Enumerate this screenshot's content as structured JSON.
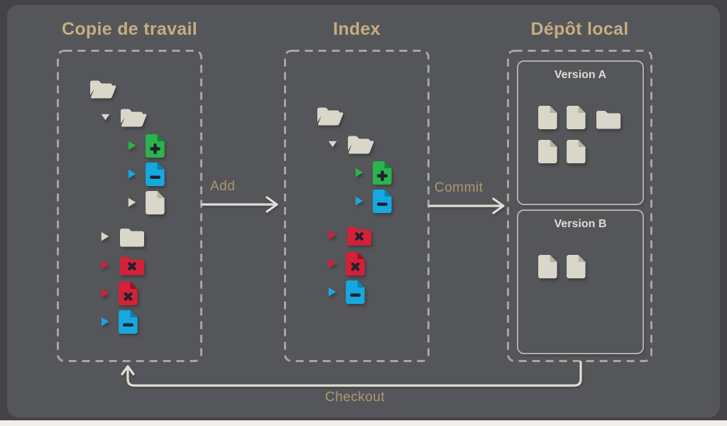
{
  "diagram_subject": "Git workflow: working copy, index and local repository",
  "colors": {
    "outer_bg": "#444447",
    "panel_bg": "#555659",
    "page_strip": "#f1efe8",
    "dashed": "#a5a5a3",
    "title": "#c6ad81",
    "label": "#aa9970",
    "arrow": "#e0ded6",
    "version_border": "#b0aea6",
    "version_title": "#dddbd4",
    "beige": "#d9d6ca",
    "beige_dark": "#b5b2a3",
    "green": "#2bb34c",
    "green_dark": "#198237",
    "blue": "#17a8e0",
    "blue_dark": "#0e7fad",
    "red": "#d42038",
    "red_dark": "#9c1028",
    "glyph": "#1d2230"
  },
  "columns": [
    {
      "id": "working-copy",
      "title": "Copie de travail",
      "tree": [
        {
          "icon": "folder-open-icon",
          "color": "beige",
          "indent": 0,
          "expander": null
        },
        {
          "icon": "folder-open-icon",
          "color": "beige",
          "indent": 1,
          "expander": "down",
          "expander_color": "beige"
        },
        {
          "icon": "file-plus-icon",
          "color": "green",
          "indent": 2,
          "expander": "right",
          "expander_color": "green"
        },
        {
          "icon": "file-minus-icon",
          "color": "blue",
          "indent": 2,
          "expander": "right",
          "expander_color": "blue"
        },
        {
          "icon": "file-icon",
          "color": "beige",
          "indent": 2,
          "expander": "right",
          "expander_color": "beige"
        },
        {
          "icon": "folder-icon",
          "color": "beige",
          "indent": 1,
          "expander": "right",
          "expander_color": "beige",
          "gap": true
        },
        {
          "icon": "folder-x-icon",
          "color": "red",
          "indent": 1,
          "expander": "right",
          "expander_color": "red"
        },
        {
          "icon": "file-x-icon",
          "color": "red",
          "indent": 1,
          "expander": "right",
          "expander_color": "red"
        },
        {
          "icon": "file-minus-icon",
          "color": "blue",
          "indent": 1,
          "expander": "right",
          "expander_color": "blue"
        }
      ]
    },
    {
      "id": "index",
      "title": "Index",
      "tree": [
        {
          "icon": "folder-open-icon",
          "color": "beige",
          "indent": 0,
          "expander": null
        },
        {
          "icon": "folder-open-icon",
          "color": "beige",
          "indent": 1,
          "expander": "down",
          "expander_color": "beige"
        },
        {
          "icon": "file-plus-icon",
          "color": "green",
          "indent": 2,
          "expander": "right",
          "expander_color": "green"
        },
        {
          "icon": "file-minus-icon",
          "color": "blue",
          "indent": 2,
          "expander": "right",
          "expander_color": "blue"
        },
        {
          "icon": "folder-x-icon",
          "color": "red",
          "indent": 1,
          "expander": "right",
          "expander_color": "red",
          "gap": true
        },
        {
          "icon": "file-x-icon",
          "color": "red",
          "indent": 1,
          "expander": "right",
          "expander_color": "red"
        },
        {
          "icon": "file-minus-icon",
          "color": "blue",
          "indent": 1,
          "expander": "right",
          "expander_color": "blue"
        }
      ]
    },
    {
      "id": "local-repo",
      "title": "Dépôt local",
      "versions": [
        {
          "label": "Version A",
          "rows": [
            [
              "file-icon",
              "file-icon",
              "folder-icon"
            ],
            [
              "file-icon",
              "file-icon"
            ]
          ]
        },
        {
          "label": "Version B",
          "rows": [
            [
              "file-icon",
              "file-icon"
            ]
          ]
        }
      ]
    }
  ],
  "arrows": {
    "add": {
      "label": "Add"
    },
    "commit": {
      "label": "Commit"
    },
    "checkout": {
      "label": "Checkout"
    }
  }
}
